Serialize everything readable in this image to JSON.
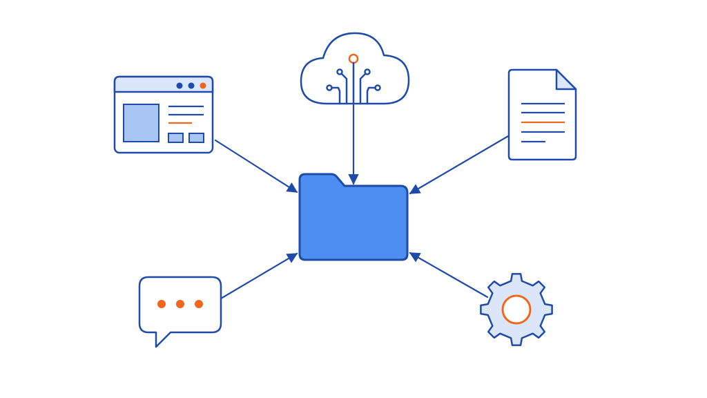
{
  "diagram": {
    "type": "hub-and-spoke",
    "hub": {
      "icon": "folder-icon"
    },
    "nodes": [
      {
        "icon": "browser-window-icon",
        "position": "top-left"
      },
      {
        "icon": "cloud-circuit-icon",
        "position": "top"
      },
      {
        "icon": "document-icon",
        "position": "top-right"
      },
      {
        "icon": "chat-bubble-icon",
        "position": "bottom-left"
      },
      {
        "icon": "gear-icon",
        "position": "bottom-right"
      }
    ],
    "arrow_direction": "into-hub"
  },
  "colors": {
    "outline": "#1e4aa8",
    "fill_strong": "#4d8ef0",
    "fill_light": "#a8c5f4",
    "fill_pale": "#dbe6fb",
    "accent": "#f0671c",
    "background": "#ffffff"
  }
}
